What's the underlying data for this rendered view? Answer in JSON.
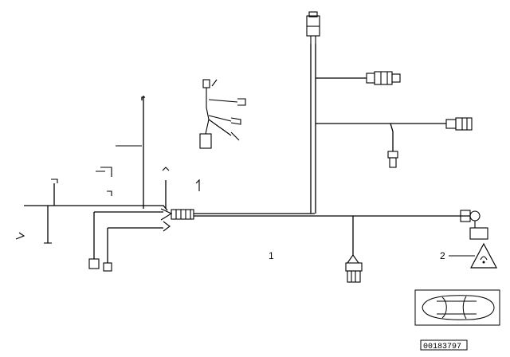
{
  "diagram": {
    "callouts": {
      "harness_main": "1",
      "warning_part": "2"
    },
    "part_code": "00183797",
    "icons": {
      "warning_triangle": "warning-triangle-icon",
      "car_outline": "car-outline-icon"
    }
  }
}
